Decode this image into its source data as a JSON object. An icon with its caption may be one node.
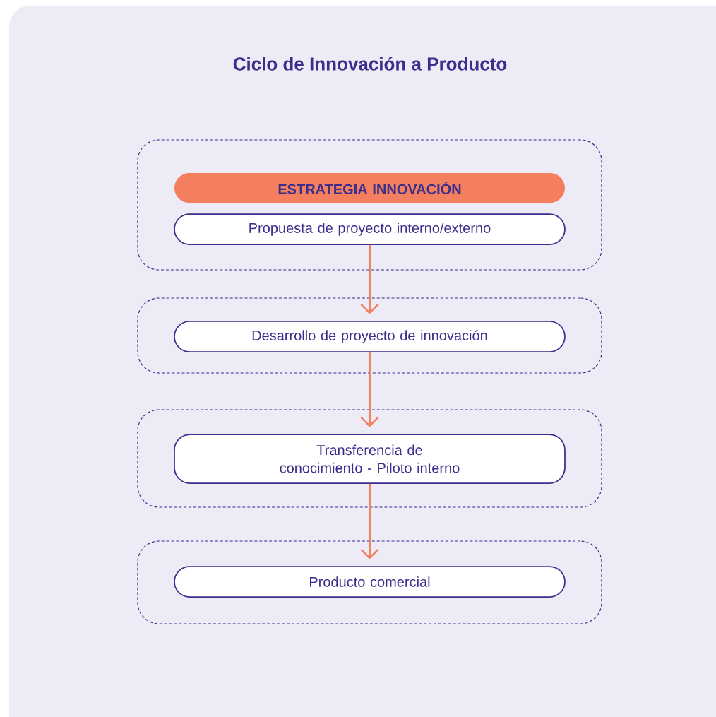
{
  "diagram": {
    "title": "Ciclo de Innovación a Producto",
    "nodes": [
      {
        "text": [],
        "shape": "box"
      },
      {
        "text": [
          "ESTRATEGIA INNOVACIÓN"
        ],
        "in": 0
      },
      {
        "text": [
          "Propuesta de proyecto interno/externo"
        ],
        "in": 0
      },
      {
        "text": [],
        "shape": "box"
      },
      {
        "text": [
          "Desarrollo de proyecto de innovación"
        ],
        "in": 3
      },
      {
        "text": [],
        "shape": "box"
      },
      {
        "text": [
          "Transferencia de conocimiento - Piloto interno"
        ],
        "in": 5
      },
      {
        "text": [],
        "shape": "box"
      },
      {
        "text": [
          "Producto comercial"
        ],
        "in": 7
      }
    ],
    "edges": [
      {
        "from": 2,
        "to": 4,
        "arrow": "to"
      },
      {
        "from": 4,
        "to": 6,
        "arrow": "to"
      },
      {
        "from": 6,
        "to": 8,
        "arrow": "to"
      }
    ]
  }
}
